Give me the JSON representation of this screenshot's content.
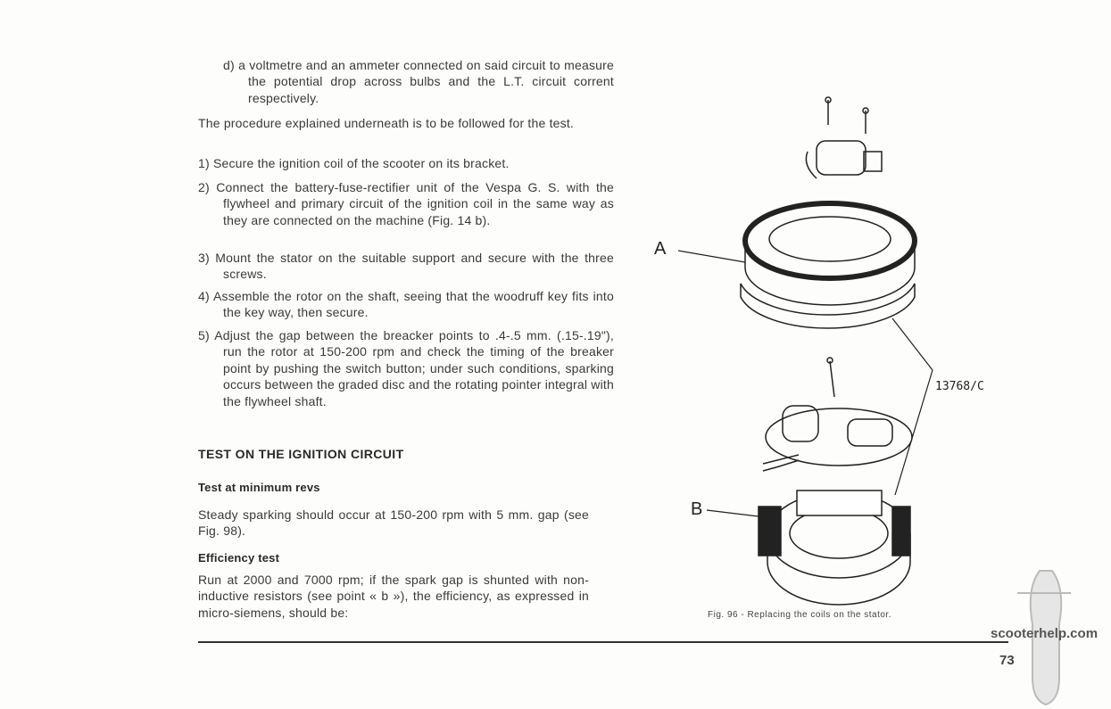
{
  "item_d": {
    "marker": "d)",
    "text": "a voltmetre and an ammeter connected on said circuit to measure the potential drop across bulbs and the L.T. circuit corrent respectively."
  },
  "intro": "The procedure explained underneath is to be followed for the test.",
  "steps": [
    {
      "marker": "1)",
      "text": "Secure the ignition coil of the scooter on its bracket."
    },
    {
      "marker": "2)",
      "text": "Connect the battery-fuse-rectifier unit of the Vespa G. S. with the flywheel and primary circuit of the ignition coil in the same way as they are connected on the machine (Fig. 14 b)."
    },
    {
      "marker": "3)",
      "text": "Mount the stator on the suitable support and secure with the three screws."
    },
    {
      "marker": "4)",
      "text": "Assemble the rotor on the shaft, seeing that the woodruff key fits into the key way, then secure."
    },
    {
      "marker": "5)",
      "text": "Adjust the gap between the breacker points to .4-.5 mm. (.15-.19\"), run the rotor at 150-200 rpm and check the timing of the breaker point by pushing the switch button; under such conditions, sparking occurs between the graded disc and the rotating pointer integral with the flywheel shaft."
    }
  ],
  "section_title": "TEST ON THE IGNITION CIRCUIT",
  "sub1": {
    "title": "Test at minimum revs",
    "text": "Steady sparking should occur at 150-200 rpm with 5 mm. gap (see Fig. 98)."
  },
  "sub2": {
    "title": "Efficiency test",
    "text": "Run at 2000 and 7000 rpm; if the spark gap is shunted with non-inductive resistors (see point « b »), the efficiency, as expressed in micro-siemens, should be:"
  },
  "figure": {
    "label_a": "A",
    "label_b": "B",
    "code": "13768/C",
    "caption": "Fig. 96 - Replacing the coils on the stator."
  },
  "watermark": "scooterhelp.com",
  "page_number": "73"
}
